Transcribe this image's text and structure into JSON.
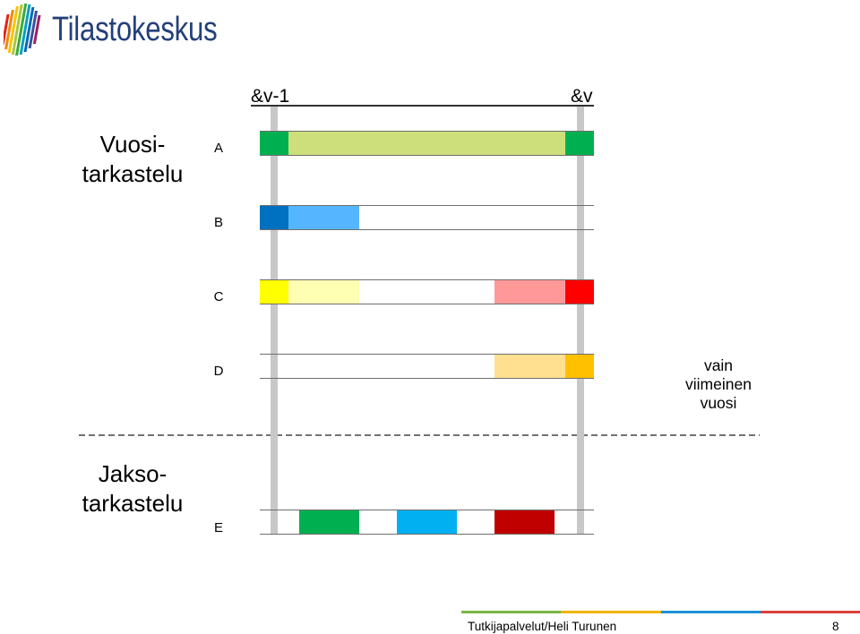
{
  "logo": {
    "text": "Tilastokeskus",
    "icon": "tilastokeskus-logo-icon",
    "text_color": "#24407a",
    "stripe_colors": [
      "#e2231a",
      "#f18a00",
      "#fcc300",
      "#a6c83c",
      "#3aaa35",
      "#00a0c6",
      "#0069b4",
      "#3c4f9c",
      "#9e1f63"
    ]
  },
  "header": {
    "prev_year": "&v-1",
    "current_year": "&v"
  },
  "sections": {
    "annual": {
      "line1": "Vuosi-",
      "line2": "tarkastelu"
    },
    "period": {
      "line1": "Jakso-",
      "line2": "tarkastelu"
    }
  },
  "rows": [
    {
      "label": "A",
      "colors": [
        "#00b050",
        "#cddf7a",
        "#00b050"
      ]
    },
    {
      "label": "B",
      "colors": [
        "#0070c0",
        "#55b5ff"
      ]
    },
    {
      "label": "C",
      "colors": [
        "#ffff00",
        "#ffffb3",
        "#ff9999",
        "#ff0000"
      ]
    },
    {
      "label": "D",
      "colors": [
        "#ffe090",
        "#ffc000"
      ]
    },
    {
      "label": "E",
      "colors": [
        "#00b050",
        "#00b0f0",
        "#c00000"
      ]
    }
  ],
  "note": {
    "line1": "vain",
    "line2": "viimeinen",
    "line3": "vuosi"
  },
  "colors": {
    "year_marker": "#c8c8c8"
  },
  "footer": {
    "author": "Tutkijapalvelut/Heli Turunen",
    "page_number": "8",
    "stripe_colors": [
      "#7ab648",
      "#f4b400",
      "#1e90d6",
      "#d9413a"
    ]
  }
}
